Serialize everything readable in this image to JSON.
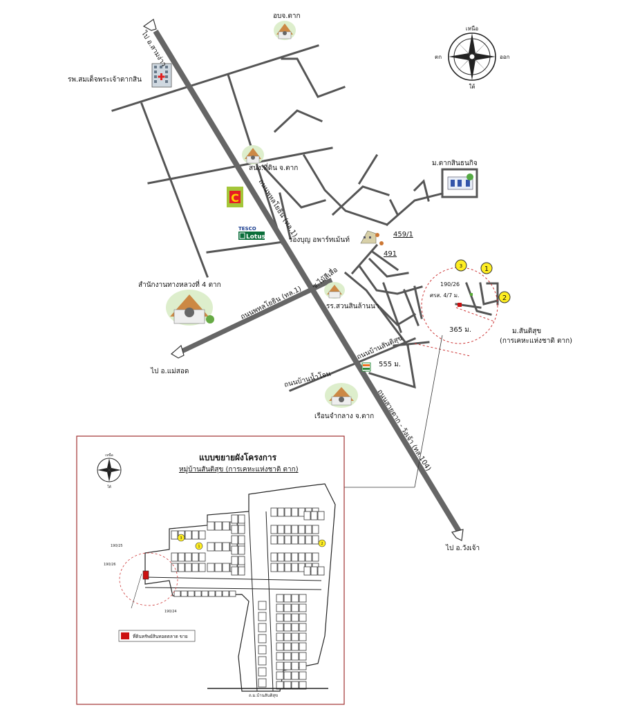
{
  "colors": {
    "road": "#555555",
    "highway": "#666666",
    "marker": "#ffee22",
    "site": "#cc1111",
    "inset_border": "#a03030"
  },
  "compass": {
    "north": "เหนือ",
    "south": "ใต้",
    "east": "ออก",
    "west": "ตก"
  },
  "places": {
    "obj_tak": "อบจ.ตาก",
    "hospital": "รพ.สมเด็จพระเจ้าตากสิน",
    "land_office": "สนง.ที่ดิน จ.ตาก",
    "university": "ม.ตากสินธนกิจ",
    "apartment": "รองบุญ อพาร์ทเม้นท์",
    "highway_office": "สำนักงานทางหลวงที่ 4 ตาก",
    "school": "รร.สวนสินล้านนา",
    "prison": "เรือนจำกลาง จ.ตาก",
    "village": "ม.สันติสุข",
    "village_sub": "(การเคหะแห่งชาติ ตาก)"
  },
  "roads": {
    "to_sampang": "ไป อ.สามง่าว",
    "to_maesot": "ไป อ.แม่สอด",
    "to_wangchao": "ไป อ.วังเจ้า",
    "phahon_north": "ถนนพหลโยธิน (ทล.1)",
    "phahon_west": "ถนนพหลโยธิน (ทล.1)",
    "soi_mai_si": "ซ.ไม้สีเสื่อ",
    "santisuk_rd": "ถนนบ้านสันติสุข",
    "nam_chon_rd": "ถนนบ้านน้ำโจน",
    "tak_wangchao_rd": "ถนนสายตาก - วังเจ้า (ทล.104)"
  },
  "labels": {
    "n459": "459/1",
    "n491": "491",
    "n190_26": "190/26",
    "n4_7": "ศรส. 4/7 ม.",
    "dist_365": "365 ม.",
    "dist_555": "555 ม."
  },
  "logos": {
    "bigc": "C",
    "tesco": "TESCO",
    "lotus": "Lotus"
  },
  "markers": [
    "1",
    "2",
    "3"
  ],
  "inset": {
    "title": "แบบขยายผังโครงการ",
    "subtitle": "หมู่บ้านสันติสุข (การเคหะแห่งชาติ ตาก)",
    "legend": "ที่ดินทรัพย์สินทอดตลาด ขาย",
    "compass_north": "เหนือ",
    "compass_south": "ใต้",
    "bottom_road": "ถ.ม.บ้านสันติสุข",
    "plot_190_26": "190/26",
    "plot_190_24": "190/24",
    "plot_190_25": "190/25",
    "markers": [
      "1",
      "2",
      "3"
    ]
  }
}
